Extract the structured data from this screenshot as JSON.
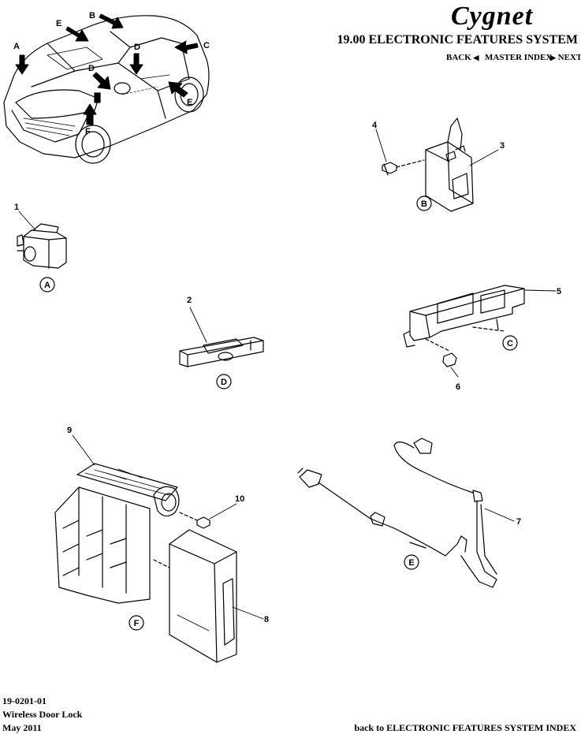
{
  "header": {
    "logo": "Cygnet",
    "section_title": "19.00 ELECTRONIC FEATURES SYSTEM",
    "nav": {
      "back": "BACK",
      "master_index": "MASTER INDEX",
      "next": "NEXT"
    }
  },
  "diagram": {
    "car_location_labels": [
      "A",
      "B",
      "C",
      "D",
      "D",
      "E",
      "E",
      "F"
    ],
    "view_labels": [
      "A",
      "B",
      "C",
      "D",
      "E",
      "F"
    ],
    "part_numbers": [
      "1",
      "2",
      "3",
      "4",
      "5",
      "6",
      "7",
      "8",
      "9",
      "10"
    ]
  },
  "footer": {
    "doc_number": "19-0201-01",
    "doc_title": "Wireless Door Lock",
    "date": "May 2011",
    "back_link": "back to ELECTRONIC FEATURES SYSTEM INDEX"
  },
  "icons": {
    "nav_back": "triangle-left-icon",
    "nav_next": "triangle-right-icon"
  }
}
